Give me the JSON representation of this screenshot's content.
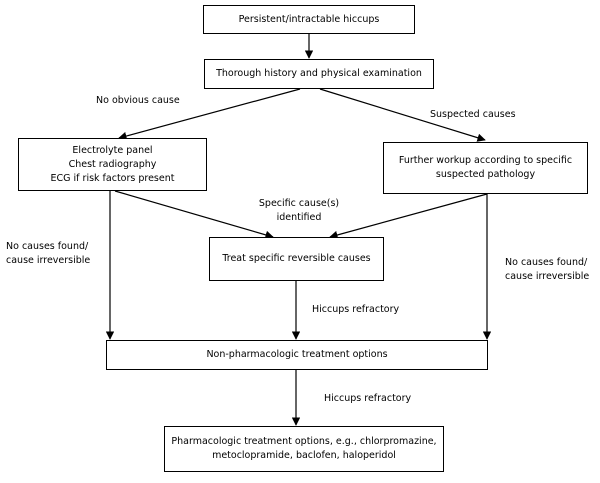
{
  "nodes": {
    "start": "Persistent/intractable hiccups",
    "history": "Thorough history and physical examination",
    "workup_left": [
      "Electrolyte panel",
      "Chest radiography",
      "ECG if risk factors present"
    ],
    "workup_right": [
      "Further workup according to specific",
      "suspected pathology"
    ],
    "treat_causes": "Treat specific reversible causes",
    "nonpharm": "Non-pharmacologic treatment options",
    "pharm": [
      "Pharmacologic treatment options, e.g., chlorpromazine,",
      "metoclopramide, baclofen, haloperidol"
    ]
  },
  "edge_labels": {
    "no_obvious_cause": "No obvious cause",
    "suspected_causes": "Suspected causes",
    "specific_cause": [
      "Specific cause(s)",
      "identified"
    ],
    "no_causes_left": [
      "No causes found/",
      "cause irreversible"
    ],
    "no_causes_right": [
      "No causes found/",
      "cause irreversible"
    ],
    "refractory_1": "Hiccups refractory",
    "refractory_2": "Hiccups refractory"
  }
}
